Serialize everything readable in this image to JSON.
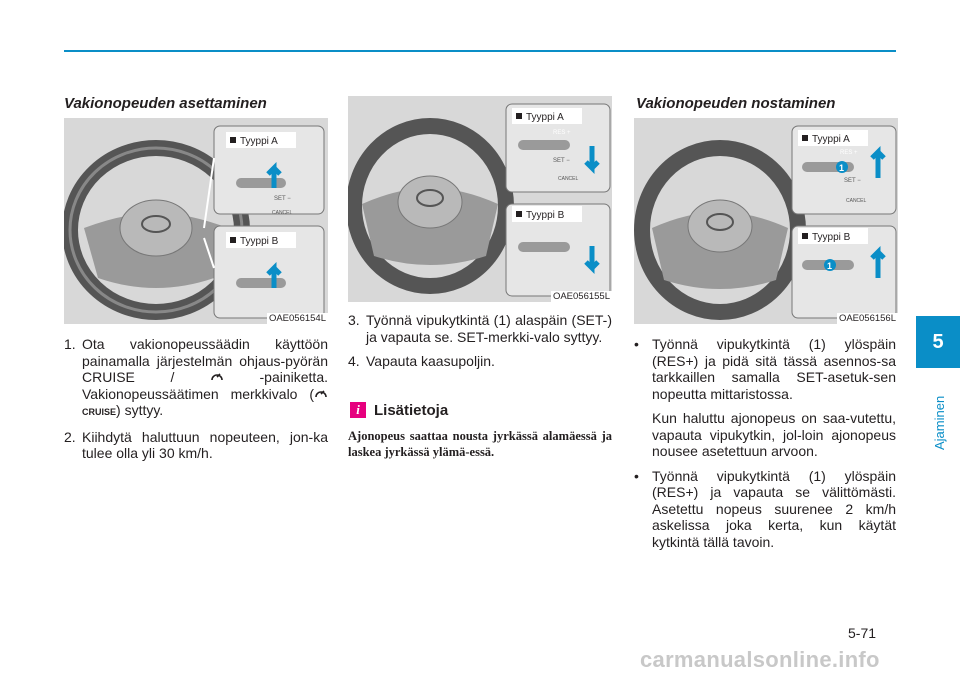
{
  "page": {
    "chapter_number": "5",
    "chapter_name": "Ajaminen",
    "page_number": "5-71",
    "watermark": "carmanualsonline.info"
  },
  "col1": {
    "heading": "Vakionopeuden asettaminen",
    "fig_code": "OAE056154L",
    "badge_a": "Tyyppi A",
    "badge_b": "Tyyppi B",
    "steps": [
      {
        "n": "1.",
        "before": "Ota vakionopeussäädin käyttöön painamalla järjestelmän ohjaus-pyörän CRUISE / ",
        "after": " -painiketta. Vakionopeussäätimen merkkivalo (",
        "cruise": "CRUISE",
        "end": ") syttyy."
      },
      {
        "n": "2.",
        "text": "Kiihdytä haluttuun nopeuteen, jon-ka tulee olla yli 30 km/h."
      }
    ]
  },
  "col2": {
    "fig_code": "OAE056155L",
    "badge_a": "Tyyppi A",
    "badge_b": "Tyyppi B",
    "steps": [
      {
        "n": "3.",
        "text": "Työnnä vipukytkintä (1) alaspäin (SET-) ja vapauta se. SET-merkki-valo syttyy."
      },
      {
        "n": "4.",
        "text": "Vapauta kaasupoljin."
      }
    ],
    "info_title": "Lisätietoja",
    "info_icon": "i",
    "info_body": "Ajonopeus saattaa nousta jyrkässä alamäessä ja laskea jyrkässä ylämä-essä."
  },
  "col3": {
    "heading": "Vakionopeuden nostaminen",
    "fig_code": "OAE056156L",
    "badge_a": "Tyyppi A",
    "badge_b": "Tyyppi B",
    "bullets": [
      {
        "text": "Työnnä vipukytkintä (1) ylöspäin (RES+) ja pidä sitä tässä asennos-sa tarkkaillen samalla SET-asetuk-sen nopeutta mittaristossa.",
        "extra": "Kun haluttu ajonopeus on saa-vutettu, vapauta vipukytkin, jol-loin ajonopeus nousee asetettuun arvoon."
      },
      {
        "text": "Työnnä vipukytkintä (1) ylöspäin (RES+) ja vapauta se välittömästi. Asetettu nopeus suurenee 2 km/h askelissa joka kerta, kun käytät kytkintä tällä tavoin."
      }
    ]
  },
  "switch_labels": {
    "res": "RES +",
    "set": "SET −",
    "cancel": "CANCEL",
    "marker": "1"
  },
  "colors": {
    "accent": "#0a8ec7",
    "info": "#e6007e",
    "figure_bg": "#d8d8d8"
  }
}
